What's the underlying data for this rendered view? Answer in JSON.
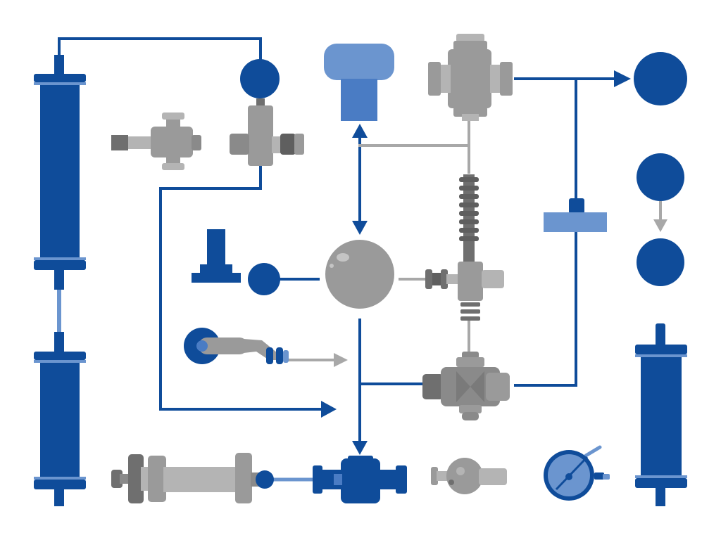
{
  "diagram": {
    "background": "#ffffff",
    "palette": {
      "blue_dark": "#0f4c9a",
      "blue_light": "#6b95cf",
      "blue_mid": "#4a7cc4",
      "gray": "#9a9a9a",
      "gray_light": "#b4b4b4",
      "gray_dark": "#6f6f6f"
    },
    "components": [
      "column-filter-top-left",
      "column-filter-bottom-left",
      "round-tank-top",
      "valve-fitting-small",
      "valve-pressure-top",
      "cap-fitting-blue",
      "cross-fitting-gray",
      "tank-circle-top-right",
      "sensor-circle-upper-right",
      "sensor-circle-lower-right",
      "spring-actuator",
      "flange-bar-blue",
      "pump-base-blue",
      "pump-ball-blue",
      "central-sphere-gray",
      "tee-valve-gray",
      "hose-nozzle",
      "ball-valve-gray",
      "cylinder-valve-bottom",
      "gate-valve-blue",
      "check-valve-gray",
      "pressure-gauge",
      "column-filter-right"
    ]
  }
}
